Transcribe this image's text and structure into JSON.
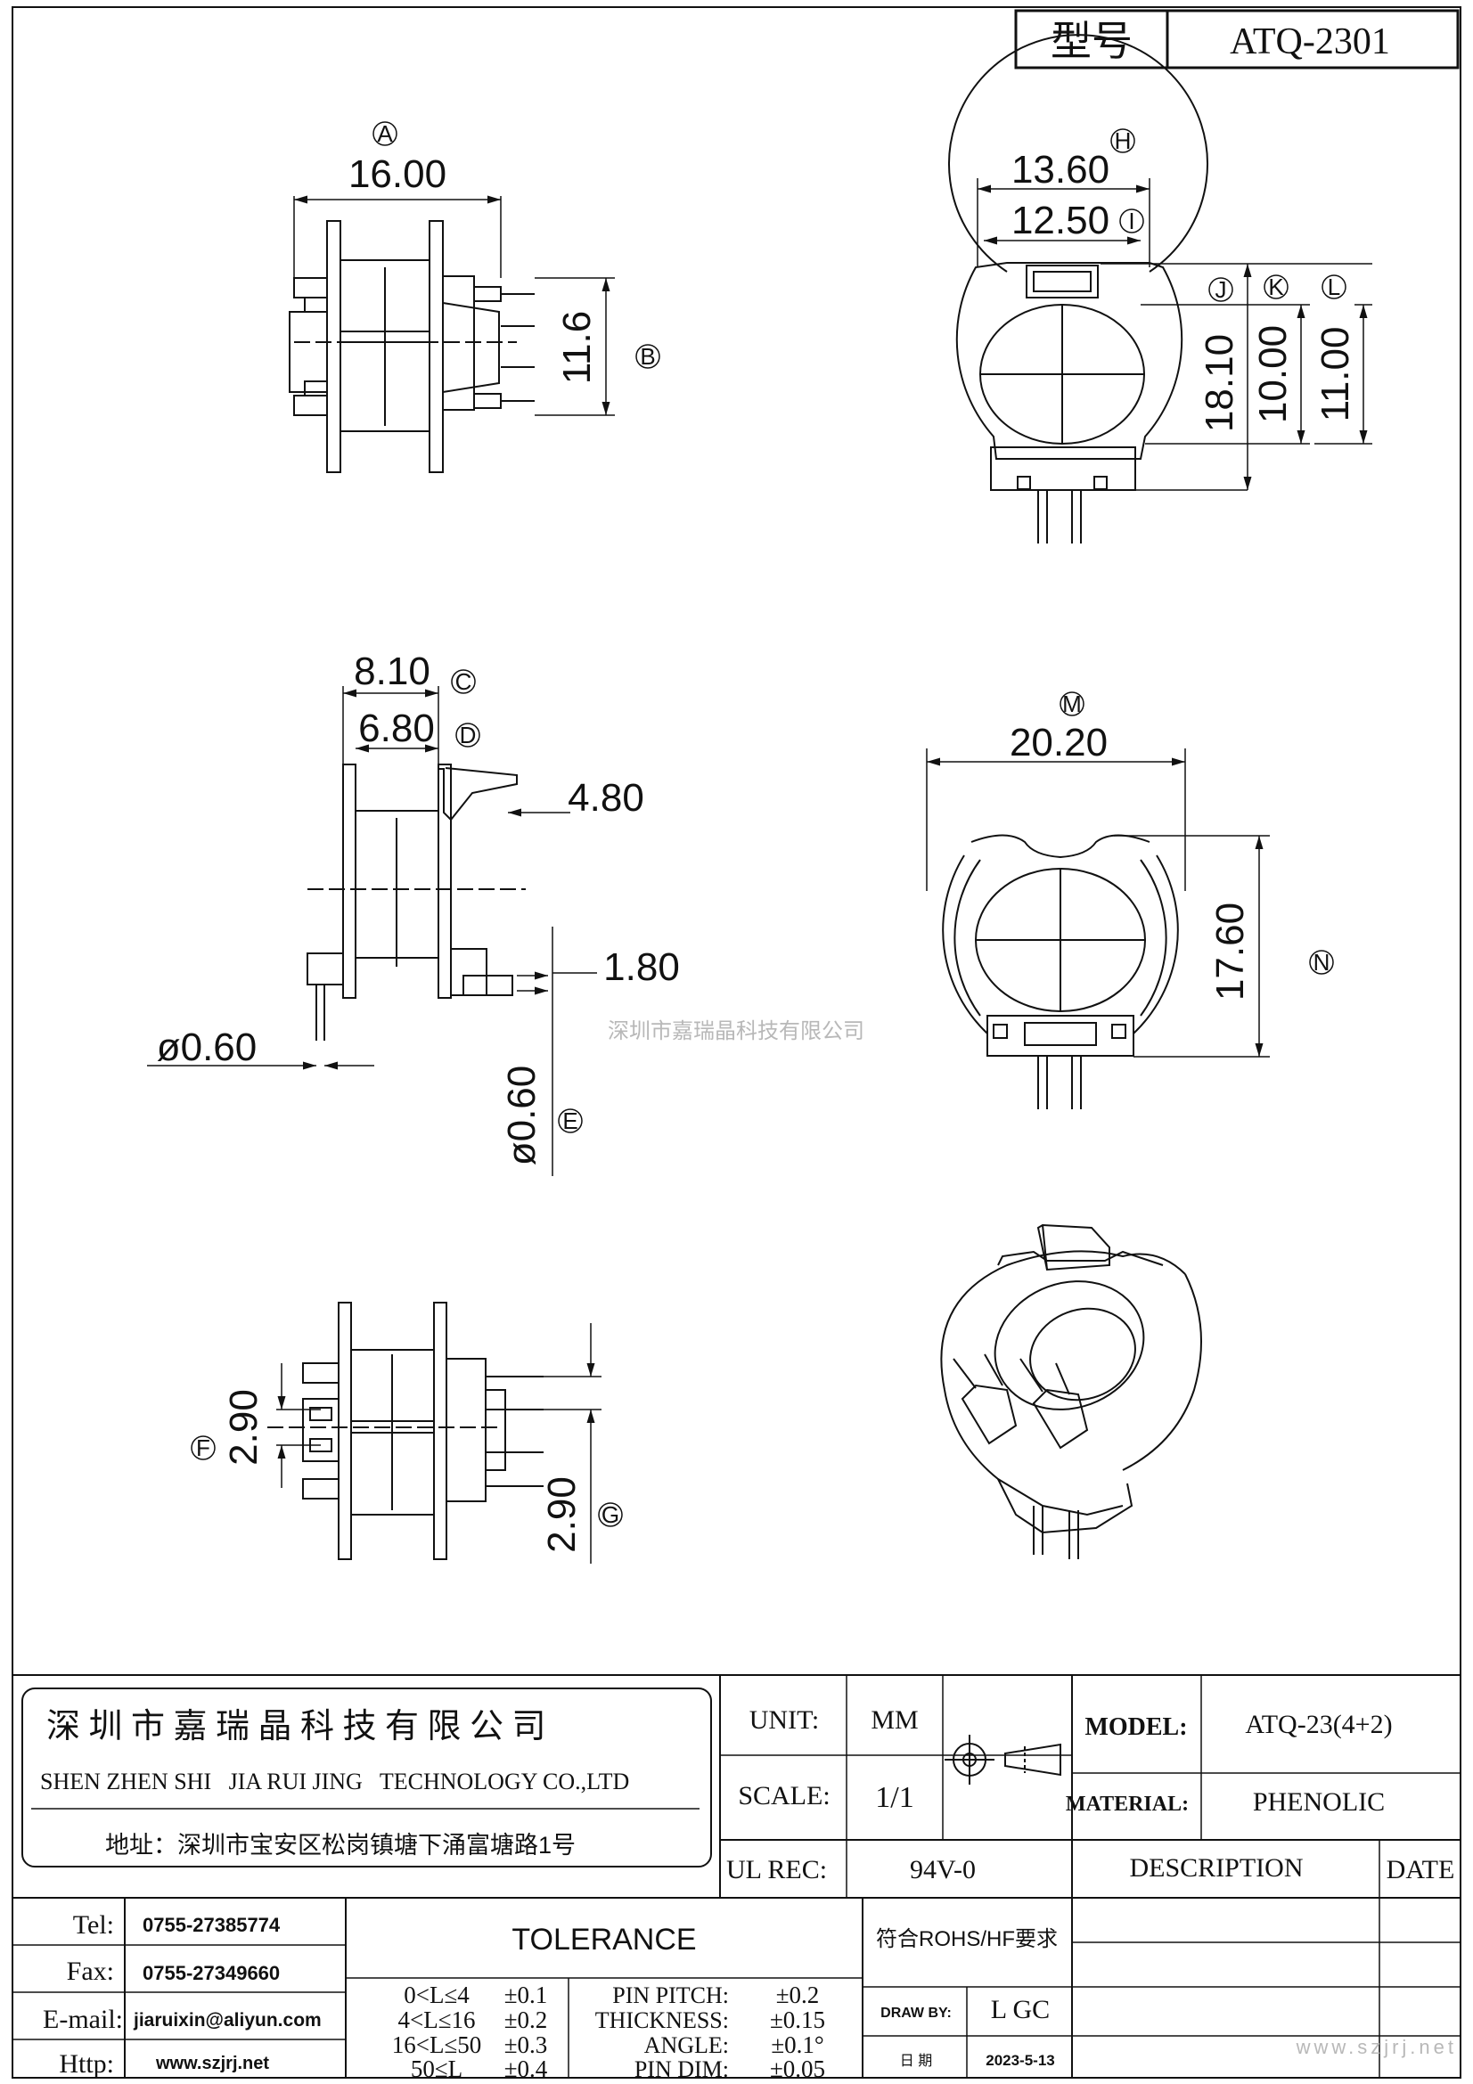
{
  "model_box": {
    "label": "型号",
    "value": "ATQ-2301"
  },
  "watermark": "深圳市嘉瑞晶科技有限公司",
  "corner_watermark": "www.szjrj.net",
  "views": {
    "top_left": {
      "width": "16.00",
      "width_mark": "A",
      "height": "11.6",
      "height_mark": "B"
    },
    "top_right": {
      "d1": "13.60",
      "d1_mark": "H",
      "d2": "12.50",
      "d2_mark": "I",
      "v1": "18.10",
      "v1_mark": "J",
      "v2": "10.00",
      "v2_mark": "K",
      "v3": "11.00",
      "v3_mark": "L"
    },
    "mid_left": {
      "c": "8.10",
      "c_mark": "C",
      "d": "6.80",
      "d_mark": "D",
      "p1": "4.80",
      "p2": "1.80",
      "pin_dia": "ø0.60",
      "pin_dia2": "ø0.60",
      "pin_mark": "E"
    },
    "mid_right": {
      "width": "20.20",
      "width_mark": "M",
      "height": "17.60",
      "height_mark": "N"
    },
    "bottom_left": {
      "f": "2.90",
      "f_mark": "F",
      "g": "2.90",
      "g_mark": "G"
    }
  },
  "title_block": {
    "company_cn": "深 圳 市 嘉 瑞 晶 科 技 有 限 公 司",
    "company_en": "SHEN ZHEN SHI   JIA RUI JING   TECHNOLOGY CO.,LTD",
    "address": "地址：深圳市宝安区松岗镇塘下涌富塘路1号",
    "unit_label": "UNIT:",
    "unit_value": "MM",
    "scale_label": "SCALE:",
    "scale_value": "1/1",
    "ul_label": "UL REC:",
    "ul_value": "94V-0",
    "model_label": "MODEL:",
    "model_value": "ATQ-23(4+2)",
    "material_label": "MATERIAL:",
    "material_value": "PHENOLIC",
    "description_label": "DESCRIPTION",
    "date_label": "DATE",
    "tel_label": "Tel:",
    "tel_value": "0755-27385774",
    "fax_label": "Fax:",
    "fax_value": "0755-27349660",
    "email_label": "E-mail:",
    "email_value": "jiaruixin@aliyun.com",
    "http_label": "Http:",
    "http_value": "www.szjrj.net",
    "tolerance_label": "TOLERANCE",
    "rohs": "符合ROHS/HF要求",
    "tol_rows": [
      {
        "range": "0<L≤4",
        "tol": "±0.1"
      },
      {
        "range": "4<L≤16",
        "tol": "±0.2"
      },
      {
        "range": "16<L≤50",
        "tol": "±0.3"
      },
      {
        "range": "50≤L",
        "tol": "±0.4"
      }
    ],
    "tol_specs": [
      {
        "name": "PIN PITCH:",
        "tol": "±0.2"
      },
      {
        "name": "THICKNESS:",
        "tol": "±0.15"
      },
      {
        "name": "ANGLE:",
        "tol": "±0.1°"
      },
      {
        "name": "PIN DIM:",
        "tol": "±0.05"
      }
    ],
    "drawby_label": "DRAW BY:",
    "drawby_value": "L GC",
    "date_cn_label": "日 期",
    "date_value": "2023-5-13"
  }
}
